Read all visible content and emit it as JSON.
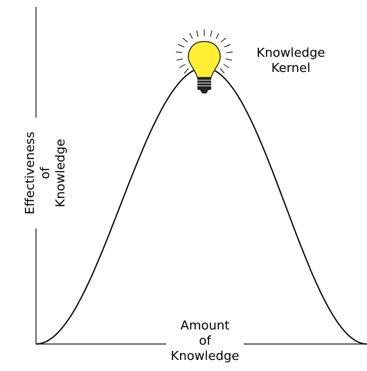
{
  "diagram": {
    "x_axis_label": [
      "Amount",
      "of",
      "Knowledge"
    ],
    "y_axis_label": [
      "Effectiveness",
      "of",
      "Knowledge"
    ],
    "peak_label": [
      "Knowledge",
      "Kernel"
    ],
    "peak_icon": "lightbulb-icon",
    "colors": {
      "line": "#000000",
      "bulb": "#ffee33",
      "bulb_outline": "#222222",
      "background": "#ffffff"
    }
  }
}
